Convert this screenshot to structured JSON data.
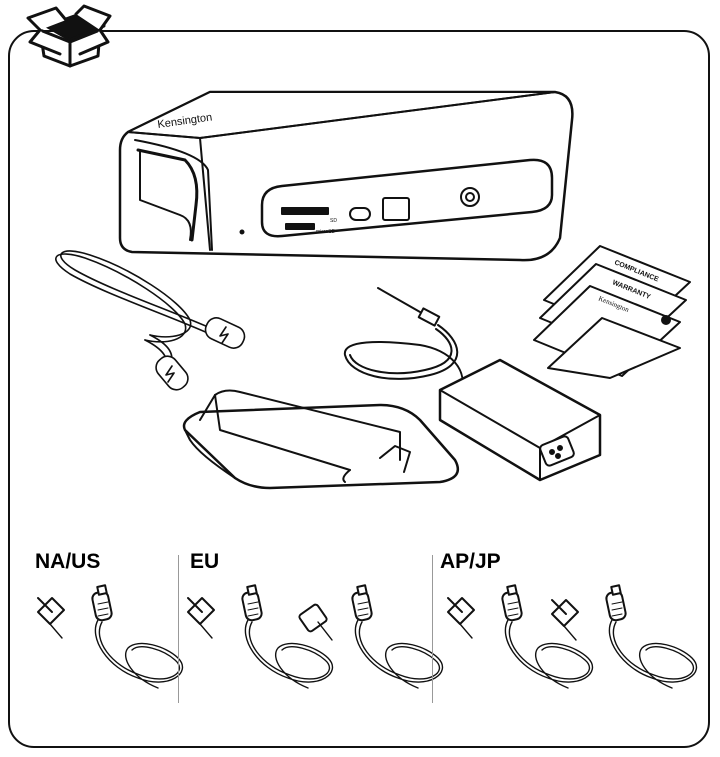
{
  "device": {
    "brand": "Kensington",
    "port_labels": {
      "sd": "SD",
      "microsd": "microSD"
    }
  },
  "documents": [
    {
      "title": "COMPLIANCE"
    },
    {
      "title": "WARRANTY"
    },
    {
      "title": "Kensington"
    }
  ],
  "power_cords": {
    "regions": [
      {
        "label": "NA/US",
        "plug_types": [
          "us-plug-icon"
        ]
      },
      {
        "label": "EU",
        "plug_types": [
          "eu-plug-icon",
          "uk-plug-icon"
        ]
      },
      {
        "label": "AP/JP",
        "plug_types": [
          "au-plug-icon",
          "jp-plug-icon"
        ]
      }
    ]
  }
}
